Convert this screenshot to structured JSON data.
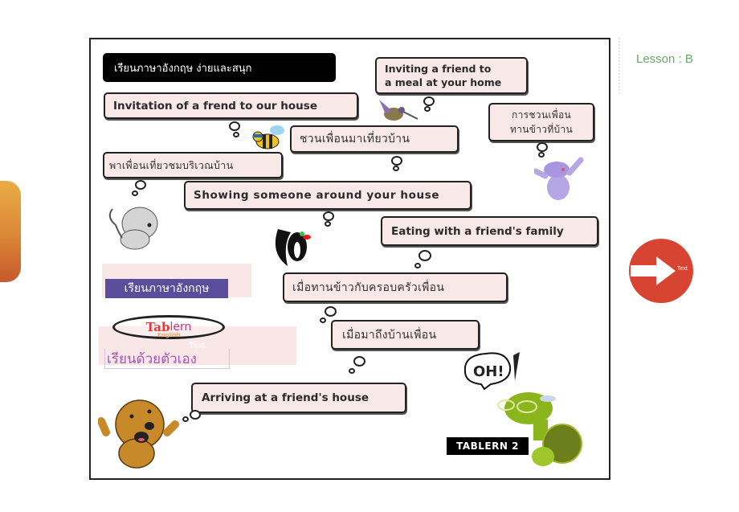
{
  "lesson_label": "Lesson : B",
  "title_banner": "เรียนภาษาอังกฤษ ง่ายและสนุก",
  "bubbles": [
    {
      "id": "invitation",
      "text": "Invitation of a frend to our house",
      "lang": "en"
    },
    {
      "id": "inviting-meal",
      "lines": [
        "Inviting a friend to",
        "a meal at your home"
      ],
      "lang": "en"
    },
    {
      "id": "invite-meal-th",
      "lines": [
        "การชวนเพื่อน",
        "ทานข้าวที่บ้าน"
      ],
      "lang": "th"
    },
    {
      "id": "invite-visit-th",
      "text": "ชวนเพื่อนมาเที่ยวบ้าน",
      "lang": "th"
    },
    {
      "id": "show-around-th",
      "text": "พาเพื่อนเที่ยวชมบริเวณบ้าน",
      "lang": "th"
    },
    {
      "id": "show-around",
      "text": "Showing someone around your house",
      "lang": "en"
    },
    {
      "id": "eating-family",
      "text": "Eating with a friend's family",
      "lang": "en"
    },
    {
      "id": "eating-family-th",
      "text": "เมื่อทานข้าวกับครอบครัวเพื่อน",
      "lang": "th"
    },
    {
      "id": "arriving-th",
      "text": "เมื่อมาถึงบ้านเพื่อน",
      "lang": "th"
    },
    {
      "id": "arriving",
      "text": "Arriving at a friend's house",
      "lang": "en"
    }
  ],
  "sidebar_brand": {
    "learn_english": "เรียนภาษาอังกฤษ",
    "logo_tab": "Tab",
    "logo_lern": "lern",
    "logo_sub": "English",
    "self_study": "เรียนด้วยตัวเอง",
    "placeholder_text": "Text"
  },
  "comic": {
    "exclamation": "OH!",
    "badge": "TABLERN 2"
  },
  "next_button": {
    "icon": "arrow-right-icon",
    "label": "Text",
    "color": "#d84432"
  },
  "side_tab": {
    "color_top": "#e9ad45",
    "color_bottom": "#c65a2c"
  },
  "colors": {
    "bubble_fill": "#f9e8e8",
    "lesson_text": "#6aa86a",
    "purple_label": "#5a4d9c",
    "self_study_text": "#a356b5"
  }
}
